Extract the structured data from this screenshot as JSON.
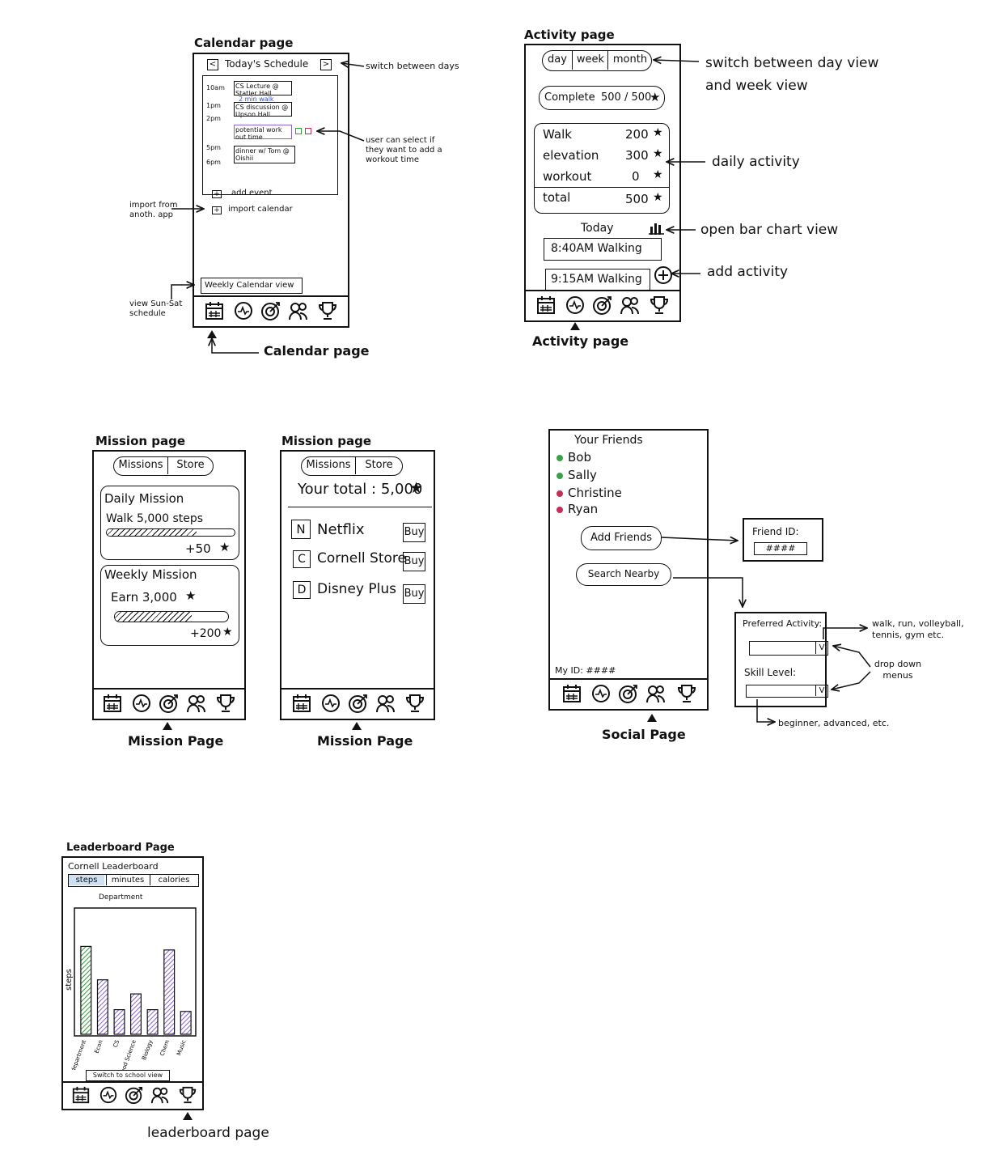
{
  "calendar": {
    "title": "Calendar page",
    "header": "Today's Schedule",
    "prev": "<",
    "next": ">",
    "times": [
      "10am",
      "1pm",
      "2pm",
      "5pm",
      "6pm"
    ],
    "events": [
      "CS Lecture @ Statler Hall",
      "CS discussion @ Upson Hall",
      "potential work out time",
      "dinner w/ Tom @ Oishii"
    ],
    "walk_note": "2 min walk",
    "add_event": "add event",
    "import_calendar": "import calendar",
    "weekly_button": "Weekly Calendar view",
    "notes": {
      "switch": "switch between days",
      "select": "user can select if they want to add a workout time",
      "import": "import from anoth. app",
      "view": "view Sun-Sat schedule"
    },
    "caption": "Calendar page"
  },
  "activity": {
    "title": "Activity page",
    "tabs": [
      "day",
      "week",
      "month"
    ],
    "complete_label": "Complete",
    "complete_value": "500 / 500",
    "rows": [
      {
        "label": "Walk",
        "value": "200"
      },
      {
        "label": "elevation",
        "value": "300"
      },
      {
        "label": "workout",
        "value": "0"
      },
      {
        "label": "total",
        "value": "500"
      }
    ],
    "today": "Today",
    "entries": [
      "8:40AM Walking",
      "9:15AM Walking"
    ],
    "notes": {
      "switch": "switch between day view and week view",
      "daily": "daily activity",
      "bar": "open bar chart view",
      "add": "add activity"
    },
    "caption": "Activity page"
  },
  "mission1": {
    "title": "Mission page",
    "tabs": [
      "Missions",
      "Store"
    ],
    "daily_title": "Daily Mission",
    "daily_task": "Walk 5,000 steps",
    "daily_reward": "+50",
    "weekly_title": "Weekly Mission",
    "weekly_task": "Earn 3,000",
    "weekly_reward": "+200",
    "caption": "Mission Page"
  },
  "mission2": {
    "title": "Mission page",
    "tabs": [
      "Missions",
      "Store"
    ],
    "total_label": "Your total : 5,000",
    "items": [
      {
        "letter": "N",
        "name": "Netflix",
        "button": "Buy"
      },
      {
        "letter": "C",
        "name": "Cornell Store",
        "button": "Buy"
      },
      {
        "letter": "D",
        "name": "Disney Plus",
        "button": "Buy"
      }
    ],
    "caption": "Mission Page"
  },
  "social": {
    "heading": "Your Friends",
    "friends": [
      {
        "name": "Bob",
        "color": "#3aa14a"
      },
      {
        "name": "Sally",
        "color": "#3aa14a"
      },
      {
        "name": "Christine",
        "color": "#c2305a"
      },
      {
        "name": "Ryan",
        "color": "#c2305a"
      }
    ],
    "add_friends": "Add Friends",
    "search_nearby": "Search Nearby",
    "my_id": "My ID: ####",
    "friend_id_label": "Friend ID:",
    "friend_id_value": "####",
    "preferred": "Preferred Activity:",
    "skill": "Skill Level:",
    "dropdown": "V",
    "notes": {
      "activities": "walk, run, volleyball, tennis, gym etc.",
      "dropdown": "drop down menus",
      "levels": "beginner, advanced, etc."
    },
    "caption": "Social Page"
  },
  "leaderboard": {
    "title": "Leaderboard Page",
    "heading": "Cornell Leaderboard",
    "tabs": [
      "steps",
      "minutes",
      "calories"
    ],
    "chart_title": "Department",
    "switch_button": "Switch to school view",
    "caption": "leaderboard page"
  },
  "chart_data": {
    "type": "bar",
    "title": "Department",
    "xlabel": "",
    "ylabel": "steps",
    "categories": [
      "my department",
      "Econ",
      "CS",
      "Food Science",
      "Biology",
      "Chem",
      "Music"
    ],
    "values": [
      100,
      62,
      28,
      46,
      28,
      96,
      26
    ],
    "ylim": [
      0,
      140
    ],
    "highlight": "my department",
    "colors": {
      "highlight": "#2e9e3a",
      "other": "#8a63d2"
    },
    "grid": false
  }
}
